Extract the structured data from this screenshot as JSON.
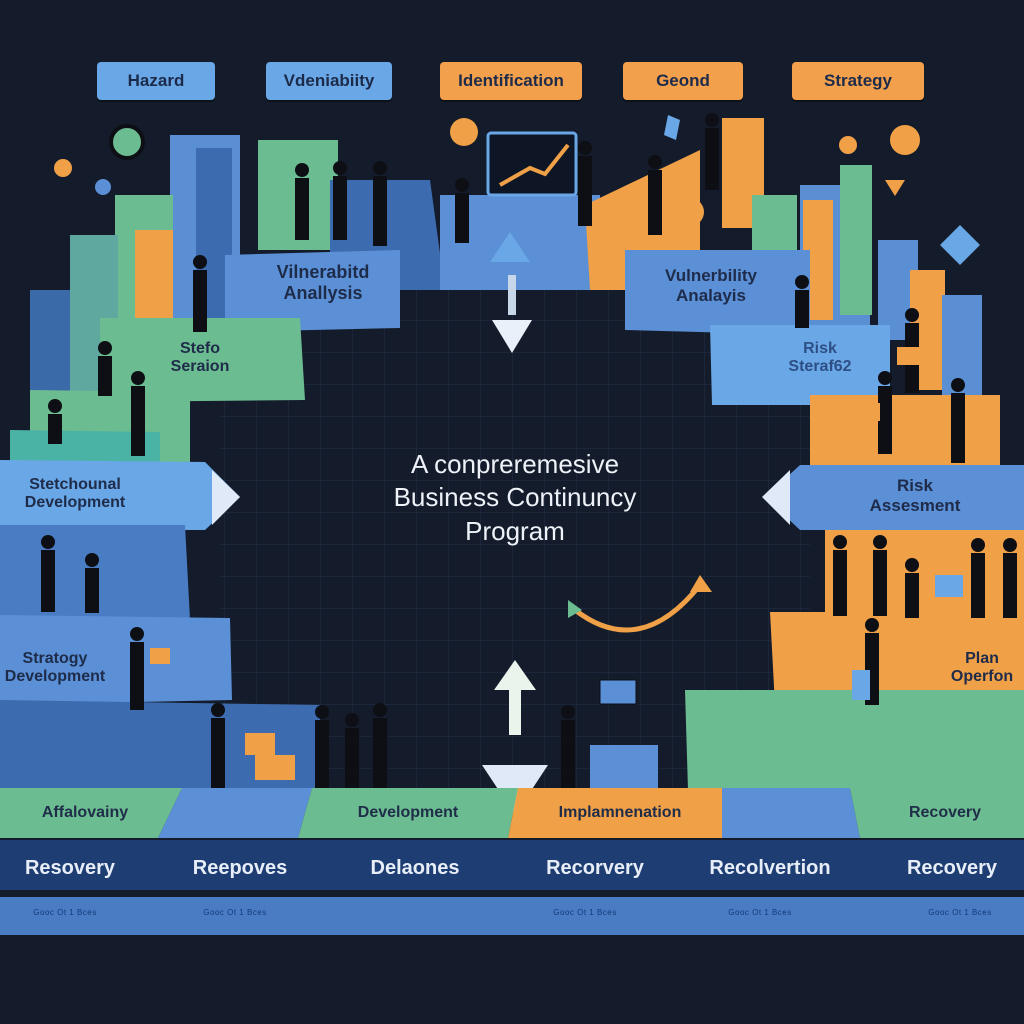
{
  "top_tabs": [
    {
      "label": "Hazard",
      "color": "#6aa7e6"
    },
    {
      "label": "Vdeniabiity",
      "color": "#6aa7e6"
    },
    {
      "label": "Identification",
      "color": "#f3a04c"
    },
    {
      "label": "Geond",
      "color": "#f3a04c"
    },
    {
      "label": "Strategy",
      "color": "#f3a04c"
    }
  ],
  "center_title": [
    "A conpreremesive",
    "Business Continuncy",
    "Program"
  ],
  "left_steps": {
    "vuln_analysis": "Vilnerabitd\nAnallysis",
    "step_session": "Stefo\nSeraion",
    "structural_dev": "Stetchounal\nDevelopment",
    "strategy_dev": "Stratogy\nDevelopment"
  },
  "right_steps": {
    "vuln_analysis": "Vulnerbility\nAnalayis",
    "risk_top": "Risk\nSteraf62",
    "risk_assessment": "Risk\nAssesment",
    "plan_operation": "Plan\nOperfon"
  },
  "band_labels": [
    "Affalovainy",
    "Development",
    "Implamnenation",
    "Recovery"
  ],
  "bottom_bar": [
    "Resovery",
    "Reepoves",
    "Delaones",
    "Recorvery",
    "Recolvertion",
    "Recovery"
  ],
  "footer_small": [
    "Gooc Ot 1 Bces",
    "Gooc Ot 1 Bces",
    "Gooc Ot 1 Bces",
    "Gooc Ot 1 Bces",
    "Gooc Ot 1 Bces"
  ],
  "colors": {
    "background": "#141c2b",
    "blue": "#5b8fd6",
    "orange": "#f0a047",
    "green": "#6cbc91",
    "bar": "#1e3d72"
  }
}
